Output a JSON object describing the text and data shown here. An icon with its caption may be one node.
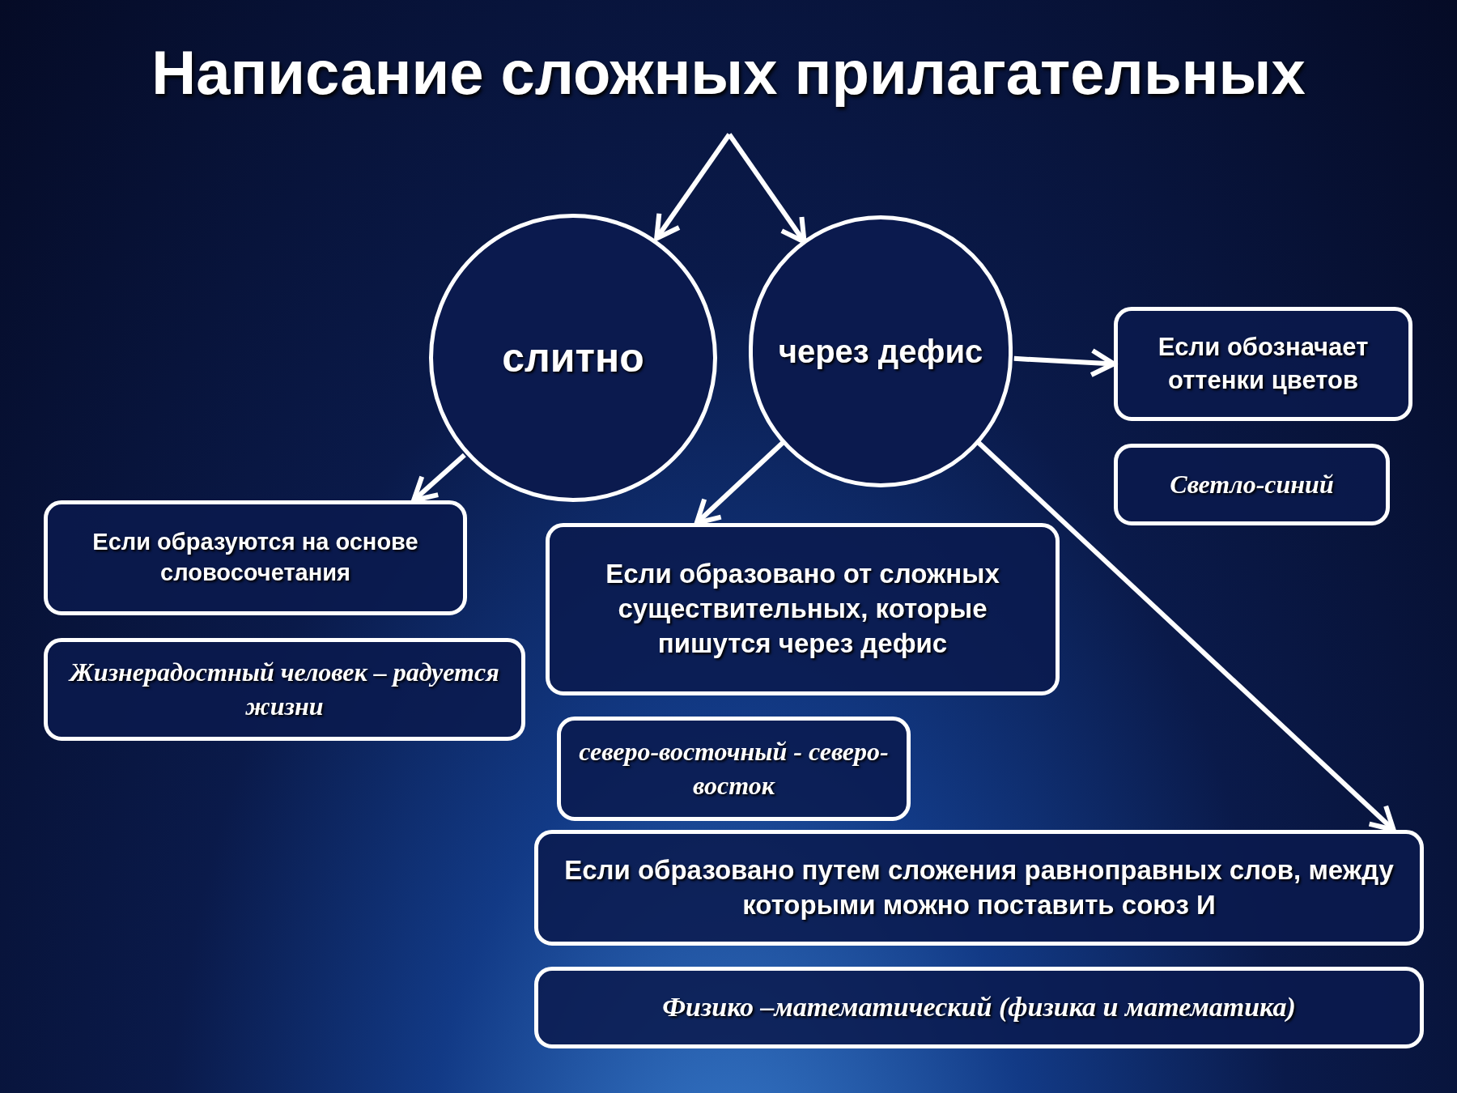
{
  "diagram": {
    "title": "Написание сложных прилагательных",
    "nodes": [
      {
        "text": [
          "слитно"
        ]
      },
      {
        "text": [
          "через дефис"
        ]
      },
      {
        "text": [
          "Если образуются на основе словосочетания"
        ]
      },
      {
        "text": [
          "Жизнерадостный человек – радуется жизни"
        ]
      },
      {
        "text": [
          "Если образовано от сложных существительных, которые пишутся через дефис"
        ]
      },
      {
        "text": [
          "северо-восточный - северо-восток"
        ]
      },
      {
        "text": [
          "Если обозначает оттенки цветов"
        ]
      },
      {
        "text": [
          "Светло-синий"
        ]
      },
      {
        "text": [
          "Если образовано путем сложения равноправных слов, между которыми можно поставить союз И"
        ]
      },
      {
        "text": [
          "Физико –математический (физика и математика)"
        ]
      }
    ],
    "edges": [
      {
        "from": null,
        "to": 0,
        "arrow": "to"
      },
      {
        "from": null,
        "to": 1,
        "arrow": "to"
      },
      {
        "from": 0,
        "to": 2,
        "arrow": "to"
      },
      {
        "from": 1,
        "to": 4,
        "arrow": "to"
      },
      {
        "from": 1,
        "to": 6,
        "arrow": "to"
      },
      {
        "from": 1,
        "to": 8,
        "arrow": "to"
      }
    ]
  }
}
